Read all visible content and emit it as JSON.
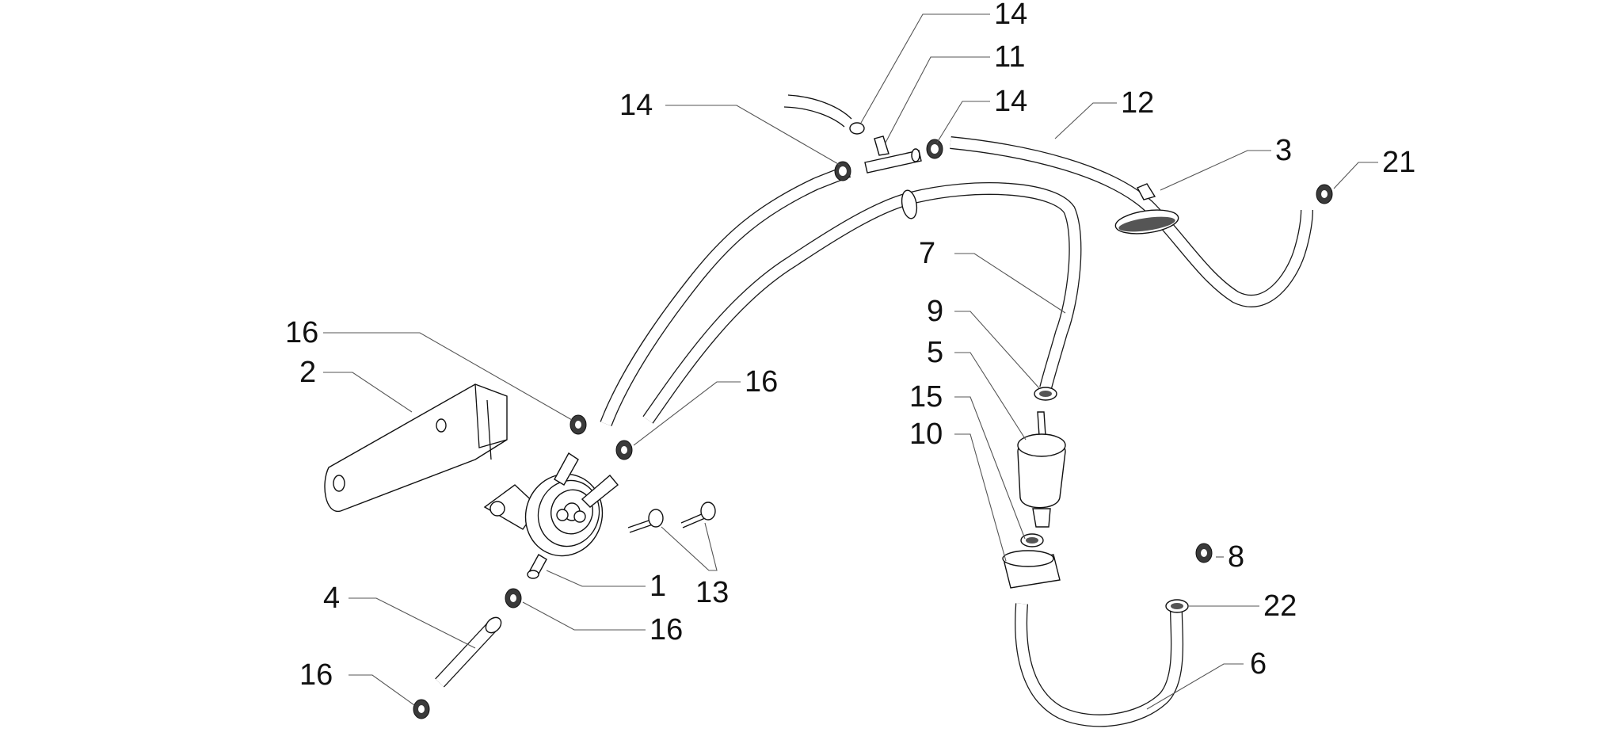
{
  "callouts": {
    "c1": "1",
    "c2": "2",
    "c3": "3",
    "c4": "4",
    "c5": "5",
    "c6": "6",
    "c7": "7",
    "c8": "8",
    "c9": "9",
    "c10": "10",
    "c11": "11",
    "c12": "12",
    "c13": "13",
    "c14a": "14",
    "c14b": "14",
    "c14c": "14",
    "c15": "15",
    "c16a": "16",
    "c16b": "16",
    "c16c": "16",
    "c16d": "16",
    "c21": "21",
    "c22": "22"
  }
}
